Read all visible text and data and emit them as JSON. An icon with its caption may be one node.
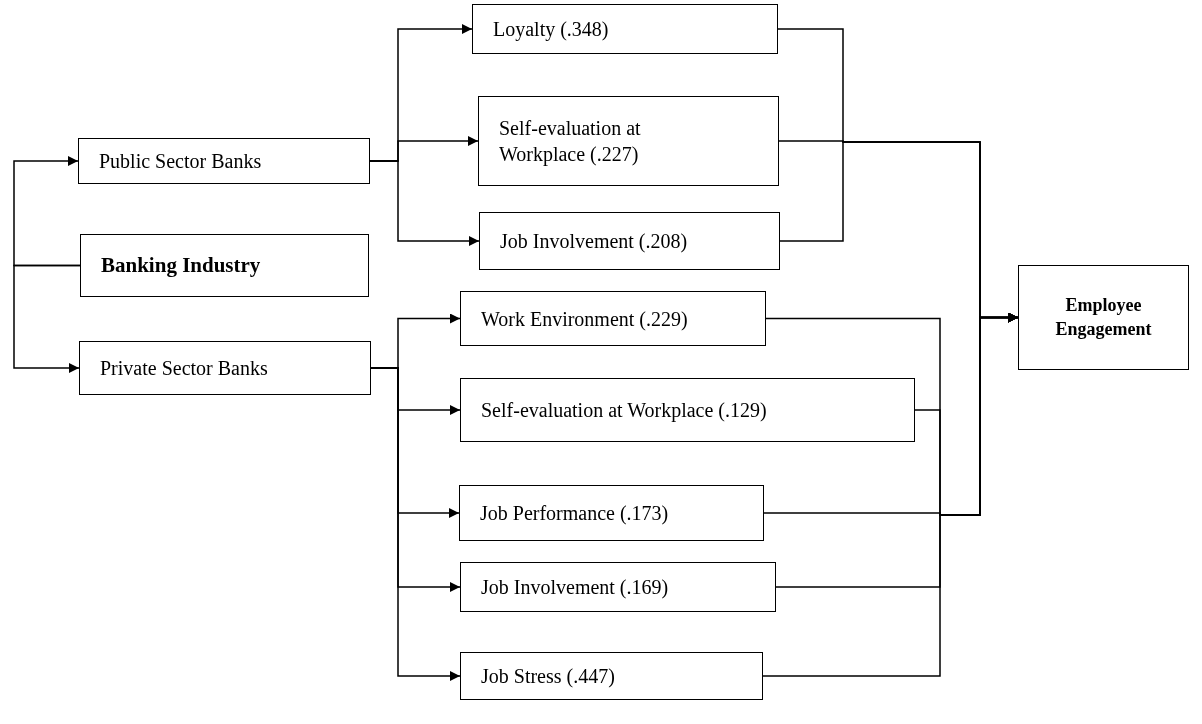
{
  "diagram": {
    "nodes": [
      {
        "text": [
          "Public Sector Banks"
        ]
      },
      {
        "text": [
          "Banking Industry"
        ]
      },
      {
        "text": [
          "Private Sector Banks"
        ]
      },
      {
        "text": [
          "Loyalty (.348)"
        ]
      },
      {
        "text": [
          "Self-evaluation at Workplace (.227)"
        ]
      },
      {
        "text": [
          "Job Involvement (.208)"
        ]
      },
      {
        "text": [
          "Work Environment (.229)"
        ]
      },
      {
        "text": [
          "Self-evaluation at Workplace (.129)"
        ]
      },
      {
        "text": [
          "Job Performance (.173)"
        ]
      },
      {
        "text": [
          "Job Involvement (.169)"
        ]
      },
      {
        "text": [
          "Job Stress (.447)"
        ]
      },
      {
        "text": [
          "Employee Engagement"
        ]
      }
    ],
    "edges": [
      {
        "from": 1,
        "to": 0,
        "arrow": "to"
      },
      {
        "from": 1,
        "to": 2,
        "arrow": "to"
      },
      {
        "from": 0,
        "to": 3,
        "arrow": "to"
      },
      {
        "from": 0,
        "to": 4,
        "arrow": "to"
      },
      {
        "from": 0,
        "to": 5,
        "arrow": "to"
      },
      {
        "from": 2,
        "to": 6,
        "arrow": "to"
      },
      {
        "from": 2,
        "to": 7,
        "arrow": "to"
      },
      {
        "from": 2,
        "to": 8,
        "arrow": "to"
      },
      {
        "from": 2,
        "to": 9,
        "arrow": "to"
      },
      {
        "from": 2,
        "to": 10,
        "arrow": "to"
      },
      {
        "from": 3,
        "to": 11,
        "arrow": "to"
      },
      {
        "from": 4,
        "to": 11,
        "arrow": "to"
      },
      {
        "from": 5,
        "to": 11,
        "arrow": "to"
      },
      {
        "from": 6,
        "to": 11,
        "arrow": "to"
      },
      {
        "from": 7,
        "to": 11,
        "arrow": "to"
      },
      {
        "from": 8,
        "to": 11,
        "arrow": "to"
      },
      {
        "from": 9,
        "to": 11,
        "arrow": "to"
      },
      {
        "from": 10,
        "to": 11,
        "arrow": "to"
      }
    ]
  }
}
